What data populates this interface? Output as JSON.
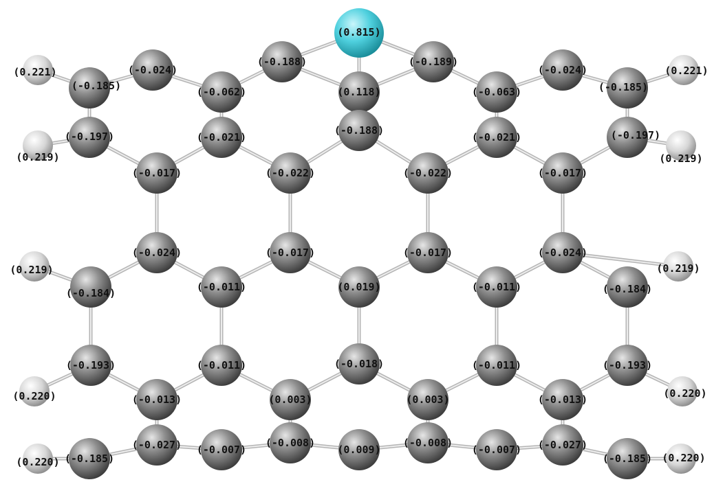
{
  "figure": {
    "type": "molecular-structure",
    "description_kind": "ball-and-stick model with atomic partial charges"
  },
  "colors": {
    "background": "#ffffff",
    "carbon": "#8a8a8a",
    "hydrogen": "#d8d8d8",
    "adatom": "#4fd0de",
    "bond": "#b4b4b4",
    "label": "#111111"
  },
  "atoms": [
    {
      "id": "M",
      "element": "adatom",
      "label": "(0.815)"
    },
    {
      "id": "H1",
      "element": "hydrogen",
      "label": "(0.221)"
    },
    {
      "id": "C1",
      "element": "carbon",
      "label": "(-0.185)"
    },
    {
      "id": "C2",
      "element": "carbon",
      "label": "(-0.024)"
    },
    {
      "id": "C3",
      "element": "carbon",
      "label": "(-0.062)"
    },
    {
      "id": "C4",
      "element": "carbon",
      "label": "(-0.188)"
    },
    {
      "id": "C5",
      "element": "carbon",
      "label": "(0.118)"
    },
    {
      "id": "C6",
      "element": "carbon",
      "label": "(-0.189)"
    },
    {
      "id": "C7",
      "element": "carbon",
      "label": "(-0.063)"
    },
    {
      "id": "C8",
      "element": "carbon",
      "label": "(-0.024)"
    },
    {
      "id": "C9",
      "element": "carbon",
      "label": "(-0.185)"
    },
    {
      "id": "H2",
      "element": "hydrogen",
      "label": "(0.221)"
    },
    {
      "id": "H3",
      "element": "hydrogen",
      "label": "(0.219)"
    },
    {
      "id": "C10",
      "element": "carbon",
      "label": "(-0.197)"
    },
    {
      "id": "C11",
      "element": "carbon",
      "label": "(-0.021)"
    },
    {
      "id": "C12",
      "element": "carbon",
      "label": "(-0.188)"
    },
    {
      "id": "C13",
      "element": "carbon",
      "label": "(-0.021)"
    },
    {
      "id": "C14",
      "element": "carbon",
      "label": "(-0.197)"
    },
    {
      "id": "H4",
      "element": "hydrogen",
      "label": "(0.219)"
    },
    {
      "id": "C15",
      "element": "carbon",
      "label": "(-0.017)"
    },
    {
      "id": "C16",
      "element": "carbon",
      "label": "(-0.022)"
    },
    {
      "id": "C17",
      "element": "carbon",
      "label": "(-0.022)"
    },
    {
      "id": "C18",
      "element": "carbon",
      "label": "(-0.017)"
    },
    {
      "id": "H5",
      "element": "hydrogen",
      "label": "(0.219)"
    },
    {
      "id": "C19",
      "element": "carbon",
      "label": "(-0.024)"
    },
    {
      "id": "C20",
      "element": "carbon",
      "label": "(-0.017)"
    },
    {
      "id": "C21",
      "element": "carbon",
      "label": "(-0.017)"
    },
    {
      "id": "C22",
      "element": "carbon",
      "label": "(-0.024)"
    },
    {
      "id": "H6",
      "element": "hydrogen",
      "label": "(0.219)"
    },
    {
      "id": "C23",
      "element": "carbon",
      "label": "(-0.184)"
    },
    {
      "id": "C24",
      "element": "carbon",
      "label": "(-0.011)"
    },
    {
      "id": "C25",
      "element": "carbon",
      "label": "(0.019)"
    },
    {
      "id": "C26",
      "element": "carbon",
      "label": "(-0.011)"
    },
    {
      "id": "C27",
      "element": "carbon",
      "label": "(-0.184)"
    },
    {
      "id": "C28",
      "element": "carbon",
      "label": "(-0.193)"
    },
    {
      "id": "C29",
      "element": "carbon",
      "label": "(-0.011)"
    },
    {
      "id": "C30",
      "element": "carbon",
      "label": "(-0.018)"
    },
    {
      "id": "C31",
      "element": "carbon",
      "label": "(-0.011)"
    },
    {
      "id": "C32",
      "element": "carbon",
      "label": "(-0.193)"
    },
    {
      "id": "H7",
      "element": "hydrogen",
      "label": "(0.220)"
    },
    {
      "id": "C33",
      "element": "carbon",
      "label": "(-0.013)"
    },
    {
      "id": "C34",
      "element": "carbon",
      "label": "(0.003)"
    },
    {
      "id": "C35",
      "element": "carbon",
      "label": "(0.003)"
    },
    {
      "id": "C36",
      "element": "carbon",
      "label": "(-0.013)"
    },
    {
      "id": "H8",
      "element": "hydrogen",
      "label": "(0.220)"
    },
    {
      "id": "H9",
      "element": "hydrogen",
      "label": "(0.220)"
    },
    {
      "id": "C37",
      "element": "carbon",
      "label": "(-0.185)"
    },
    {
      "id": "C38",
      "element": "carbon",
      "label": "(-0.027)"
    },
    {
      "id": "C39",
      "element": "carbon",
      "label": "(-0.007)"
    },
    {
      "id": "C40",
      "element": "carbon",
      "label": "(-0.008)"
    },
    {
      "id": "C41",
      "element": "carbon",
      "label": "(0.009)"
    },
    {
      "id": "C42",
      "element": "carbon",
      "label": "(-0.008)"
    },
    {
      "id": "C43",
      "element": "carbon",
      "label": "(-0.007)"
    },
    {
      "id": "C44",
      "element": "carbon",
      "label": "(-0.027)"
    },
    {
      "id": "C45",
      "element": "carbon",
      "label": "(-0.185)"
    },
    {
      "id": "H10",
      "element": "hydrogen",
      "label": "(0.220)"
    }
  ],
  "bonds": [
    [
      "M",
      "C4"
    ],
    [
      "M",
      "C5"
    ],
    [
      "M",
      "C6"
    ],
    [
      "H1",
      "C1"
    ],
    [
      "C1",
      "C2"
    ],
    [
      "C2",
      "C3"
    ],
    [
      "C3",
      "C4"
    ],
    [
      "C4",
      "C5"
    ],
    [
      "C5",
      "C6"
    ],
    [
      "C6",
      "C7"
    ],
    [
      "C7",
      "C8"
    ],
    [
      "C8",
      "C9"
    ],
    [
      "C9",
      "H2"
    ],
    [
      "C1",
      "C10"
    ],
    [
      "C3",
      "C11"
    ],
    [
      "C5",
      "C12"
    ],
    [
      "C7",
      "C13"
    ],
    [
      "C9",
      "C14"
    ],
    [
      "H3",
      "C10"
    ],
    [
      "C14",
      "H4"
    ],
    [
      "C10",
      "C15"
    ],
    [
      "C15",
      "C11"
    ],
    [
      "C11",
      "C16"
    ],
    [
      "C16",
      "C12"
    ],
    [
      "C12",
      "C17"
    ],
    [
      "C17",
      "C13"
    ],
    [
      "C13",
      "C18"
    ],
    [
      "C18",
      "C14"
    ],
    [
      "C15",
      "C19"
    ],
    [
      "C16",
      "C20"
    ],
    [
      "C17",
      "C21"
    ],
    [
      "C18",
      "C22"
    ],
    [
      "H5",
      "C23"
    ],
    [
      "C22",
      "H6"
    ],
    [
      "C19",
      "C23"
    ],
    [
      "C19",
      "C24"
    ],
    [
      "C20",
      "C24"
    ],
    [
      "C20",
      "C25"
    ],
    [
      "C21",
      "C25"
    ],
    [
      "C21",
      "C26"
    ],
    [
      "C22",
      "C26"
    ],
    [
      "C22",
      "C27"
    ],
    [
      "C23",
      "C28"
    ],
    [
      "C24",
      "C29"
    ],
    [
      "C25",
      "C30"
    ],
    [
      "C26",
      "C31"
    ],
    [
      "C27",
      "C32"
    ],
    [
      "C28",
      "C33"
    ],
    [
      "C29",
      "C33"
    ],
    [
      "C29",
      "C34"
    ],
    [
      "C30",
      "C34"
    ],
    [
      "C30",
      "C35"
    ],
    [
      "C31",
      "C35"
    ],
    [
      "C31",
      "C36"
    ],
    [
      "C32",
      "C36"
    ],
    [
      "H7",
      "C28"
    ],
    [
      "C32",
      "H8"
    ],
    [
      "C33",
      "C38"
    ],
    [
      "C34",
      "C40"
    ],
    [
      "C35",
      "C42"
    ],
    [
      "C36",
      "C44"
    ],
    [
      "H9",
      "C37"
    ],
    [
      "C37",
      "C38"
    ],
    [
      "C38",
      "C39"
    ],
    [
      "C39",
      "C40"
    ],
    [
      "C40",
      "C41"
    ],
    [
      "C41",
      "C42"
    ],
    [
      "C42",
      "C43"
    ],
    [
      "C43",
      "C44"
    ],
    [
      "C44",
      "C45"
    ],
    [
      "C45",
      "H10"
    ]
  ]
}
